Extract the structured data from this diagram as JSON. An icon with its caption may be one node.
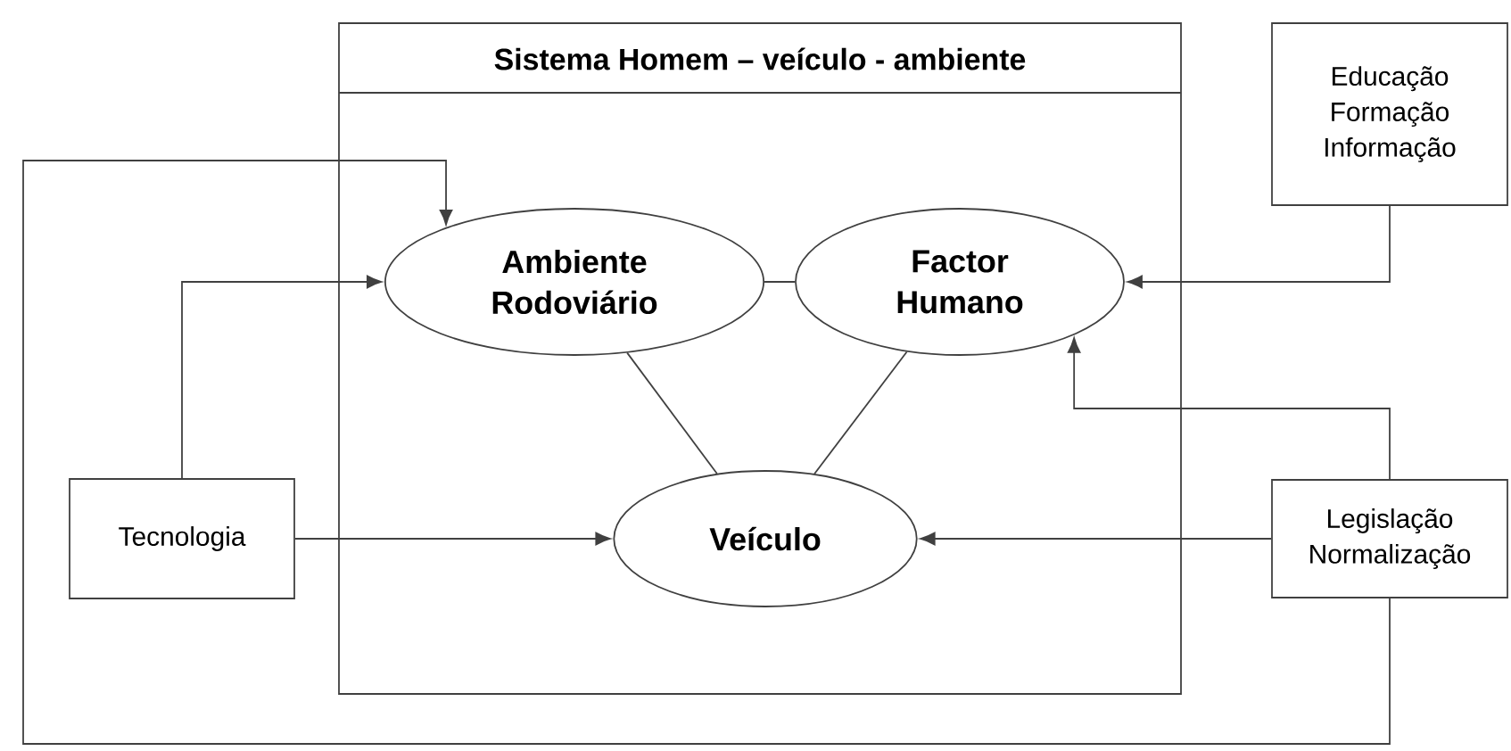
{
  "diagram": {
    "nodes": [
      {
        "text": [
          "Sistema Homem – veículo - ambiente"
        ]
      },
      {
        "text": [
          "Ambiente Rodoviário"
        ],
        "in": 0
      },
      {
        "text": [
          "Factor Humano"
        ],
        "in": 0
      },
      {
        "text": [
          "Veículo"
        ],
        "in": 0
      },
      {
        "text": [
          "Educação Formação Informação"
        ]
      },
      {
        "text": [
          "Tecnologia"
        ]
      },
      {
        "text": [
          "Legislação Normalização"
        ]
      }
    ],
    "edges": [
      {
        "from": 1,
        "to": 2,
        "arrow": "none"
      },
      {
        "from": 1,
        "to": 3,
        "arrow": "none"
      },
      {
        "from": 2,
        "to": 3,
        "arrow": "none"
      },
      {
        "from": 5,
        "to": 1,
        "arrow": "to"
      },
      {
        "from": 5,
        "to": 3,
        "arrow": "to"
      },
      {
        "from": 4,
        "to": 2,
        "arrow": "to"
      },
      {
        "from": 6,
        "to": 3,
        "arrow": "to"
      },
      {
        "from": 6,
        "to": 2,
        "arrow": "to"
      },
      {
        "from": 6,
        "to": 1,
        "arrow": "to"
      }
    ]
  }
}
